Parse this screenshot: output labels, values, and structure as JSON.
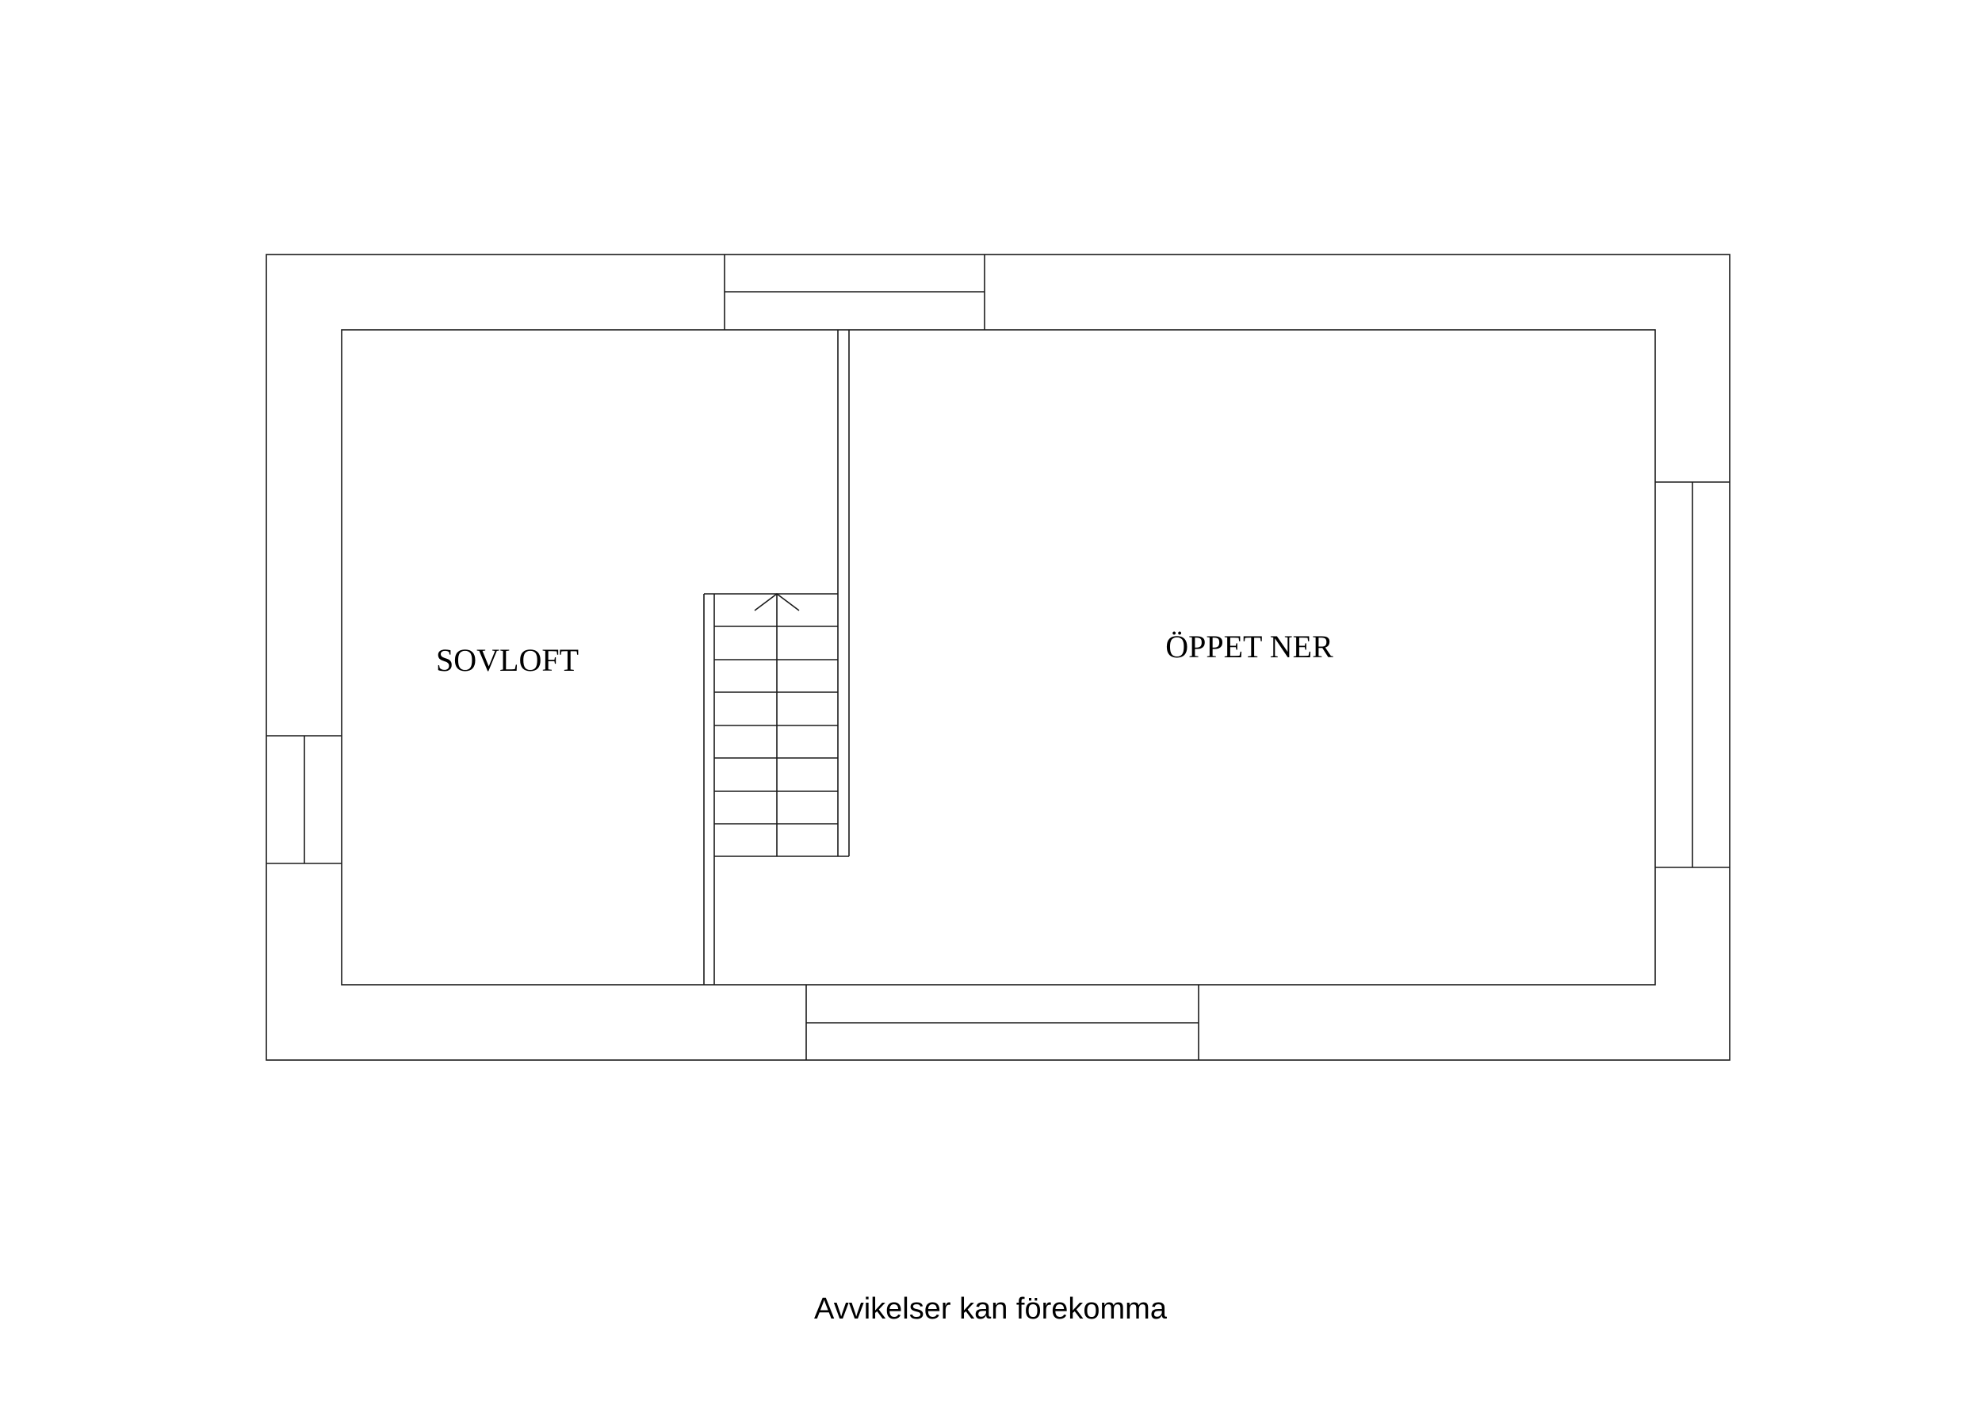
{
  "rooms": {
    "sovloft": "SOVLOFT",
    "oppet_ner": "ÖPPET NER"
  },
  "footer": {
    "disclaimer": "Avvikelser kan förekomma"
  },
  "colors": {
    "line": "#1a1a1a",
    "background": "#ffffff"
  }
}
